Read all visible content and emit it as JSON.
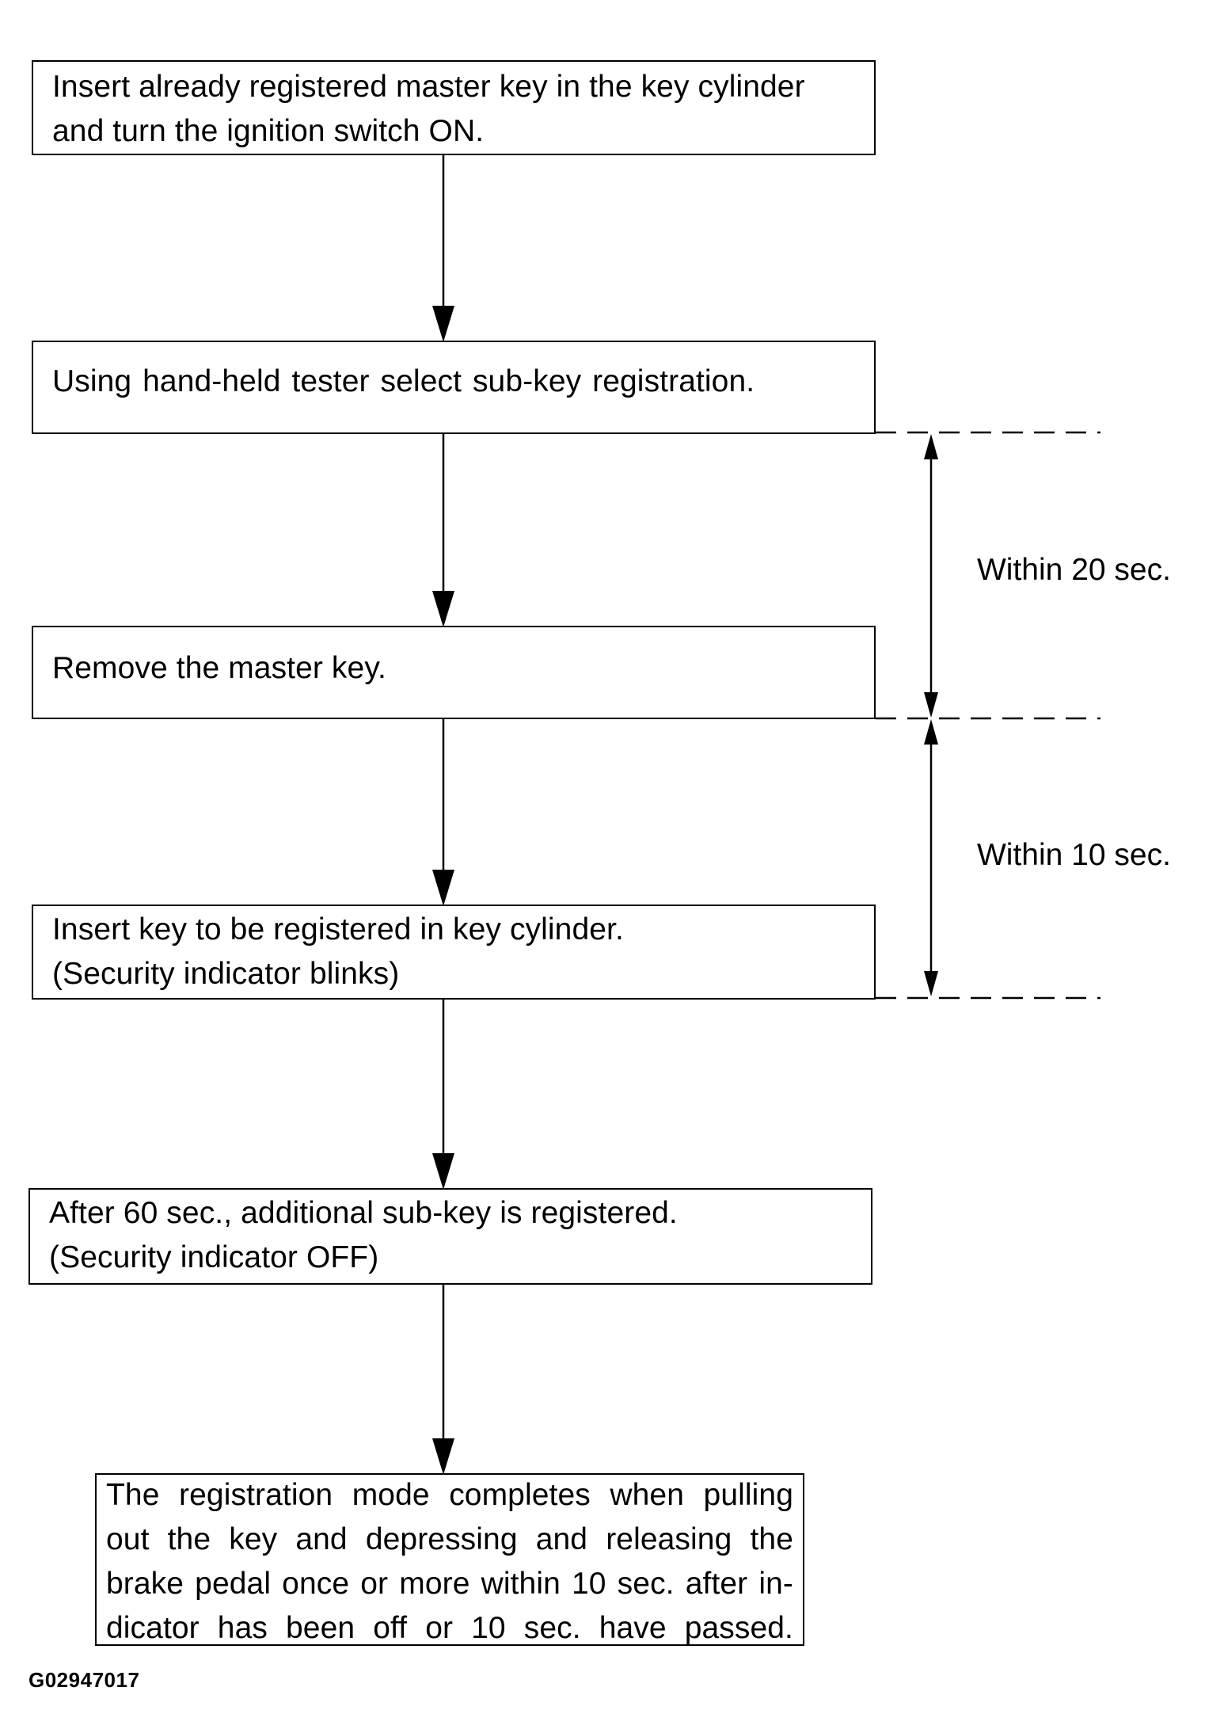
{
  "steps": [
    {
      "id": "insert-master-key",
      "lines": [
        "Insert already registered master key in the key cylinder",
        "and turn the ignition switch ON."
      ]
    },
    {
      "id": "select-sub-key-registration",
      "lines": [
        "Using hand-held tester select sub-key registration."
      ]
    },
    {
      "id": "remove-master-key",
      "lines": [
        "Remove the master key."
      ]
    },
    {
      "id": "insert-key-to-register",
      "lines": [
        "Insert key to be registered in key cylinder.",
        "(Security indicator blinks)"
      ]
    },
    {
      "id": "sub-key-registered",
      "lines": [
        "After 60 sec., additional sub-key is registered.",
        "(Security indicator OFF)"
      ]
    },
    {
      "id": "registration-complete",
      "lines": [
        "The registration mode completes when pulling",
        "out the key and depressing and releasing the",
        "brake pedal once or more within 10 sec. after in-",
        "dicator has been off or 10 sec. have passed."
      ]
    }
  ],
  "timing": [
    {
      "label": "Within 20 sec."
    },
    {
      "label": "Within 10 sec."
    }
  ],
  "figure_id": "G02947017"
}
